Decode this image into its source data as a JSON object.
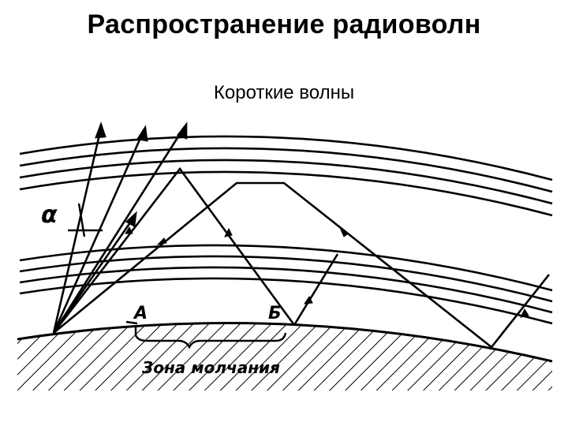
{
  "slide": {
    "title": "Распространение радиоволн",
    "subtitle": "Короткие волны"
  },
  "diagram": {
    "label_alpha": "α",
    "label_a": "А",
    "label_b": "Б",
    "label_zone": "Зона молчания"
  }
}
